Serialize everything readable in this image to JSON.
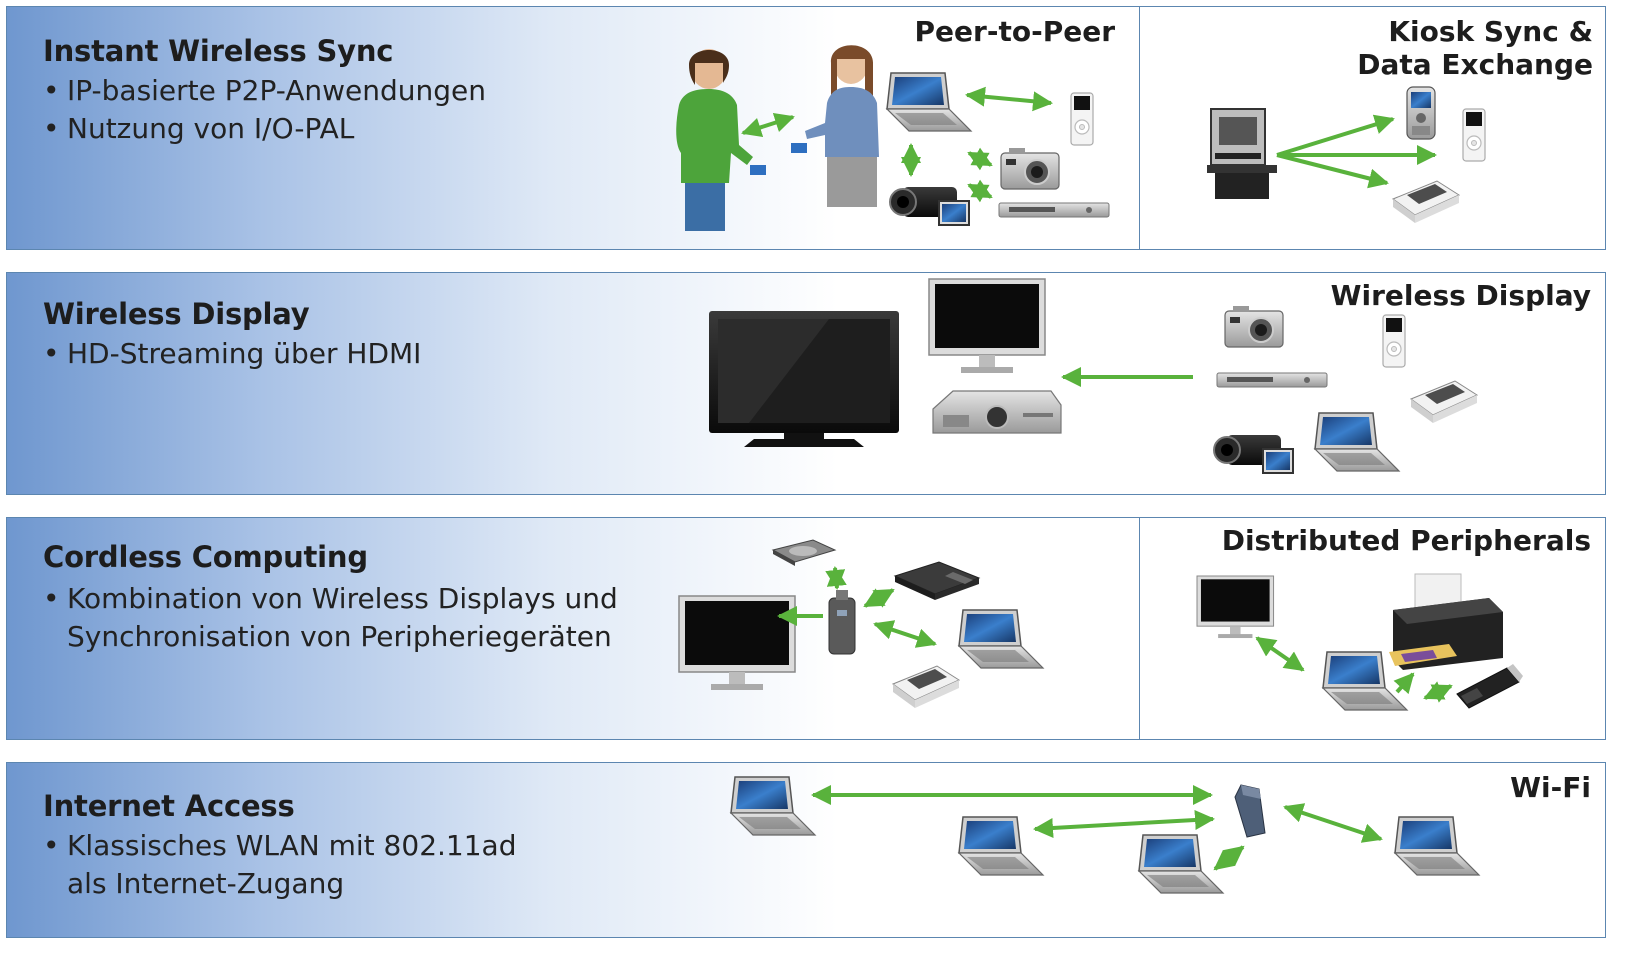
{
  "panels": [
    {
      "title": "Instant Wireless Sync",
      "bullets": [
        "IP-basierte P2P-Anwendungen",
        "Nutzung von I/O-PAL"
      ],
      "labels": [
        "Peer-to-Peer",
        "Kiosk Sync &\nData Exchange"
      ]
    },
    {
      "title": "Wireless Display",
      "bullets": [
        "HD-Streaming über HDMI"
      ],
      "labels": [
        "Wireless Display"
      ]
    },
    {
      "title": "Cordless Computing",
      "bullets": [
        "Kombination von Wireless Displays und Synchronisation von Peripheriegeräten"
      ],
      "labels": [
        "Distributed Peripherals"
      ]
    },
    {
      "title": "Internet Access",
      "bullets": [
        "Klassisches WLAN mit 802.11ad als Internet-Zugang"
      ],
      "labels": [
        "Wi-Fi"
      ]
    }
  ],
  "colors": {
    "frame": "#5c86b0",
    "gradient_start": "#6f97cf",
    "arrow": "#59b23c",
    "screen": "#2d6db5"
  },
  "icons": [
    "person-icon",
    "laptop-icon",
    "mp3-player-icon",
    "camera-icon",
    "camcorder-icon",
    "dvd-player-icon",
    "kiosk-icon",
    "phone-icon",
    "photo-printer-icon",
    "tv-icon",
    "monitor-icon",
    "projector-icon",
    "hard-drive-icon",
    "optical-drive-icon",
    "wireless-adapter-icon",
    "printer-icon",
    "usb-stick-icon",
    "router-icon"
  ]
}
